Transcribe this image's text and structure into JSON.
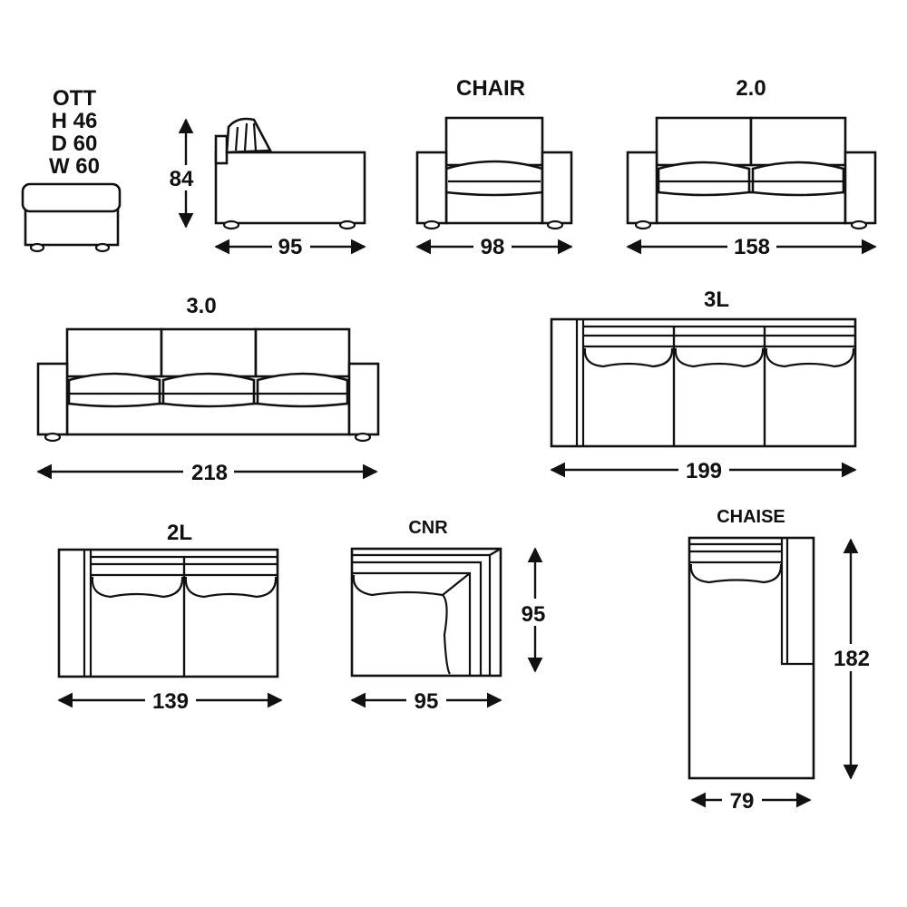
{
  "ottoman": {
    "title": "OTT",
    "height": "H 46",
    "depth": "D 60",
    "width": "W 60"
  },
  "side_view": {
    "height": "84",
    "depth": "95"
  },
  "chair": {
    "title": "CHAIR",
    "width": "98"
  },
  "sofa_2": {
    "title": "2.0",
    "width": "158"
  },
  "sofa_3": {
    "title": "3.0",
    "width": "218"
  },
  "sofa_3l": {
    "title": "3L",
    "width": "199"
  },
  "sofa_2l": {
    "title": "2L",
    "width": "139"
  },
  "corner": {
    "title": "CNR",
    "width": "95",
    "depth": "95"
  },
  "chaise": {
    "title": "CHAISE",
    "length": "182",
    "width": "79"
  }
}
